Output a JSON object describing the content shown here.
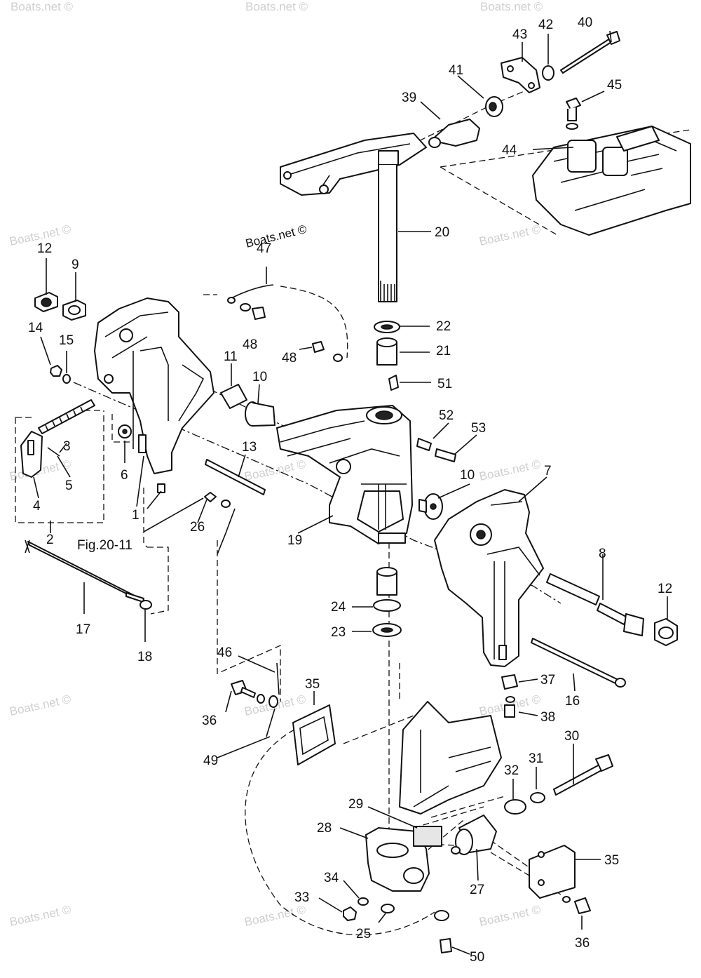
{
  "watermark": "Boats.net ©",
  "copyright_text": "Boats.net ©",
  "figure_reference": "Fig.20-11",
  "part_labels": [
    "1",
    "2",
    "3",
    "4",
    "5",
    "6",
    "7",
    "8",
    "9",
    "10",
    "10",
    "11",
    "12",
    "12",
    "13",
    "14",
    "15",
    "16",
    "17",
    "18",
    "19",
    "20",
    "21",
    "22",
    "23",
    "24",
    "25",
    "26",
    "27",
    "28",
    "29",
    "30",
    "31",
    "32",
    "33",
    "34",
    "35",
    "35",
    "36",
    "36",
    "37",
    "38",
    "39",
    "40",
    "41",
    "42",
    "43",
    "44",
    "45",
    "46",
    "47",
    "48",
    "48",
    "49",
    "50",
    "51",
    "52",
    "53"
  ]
}
